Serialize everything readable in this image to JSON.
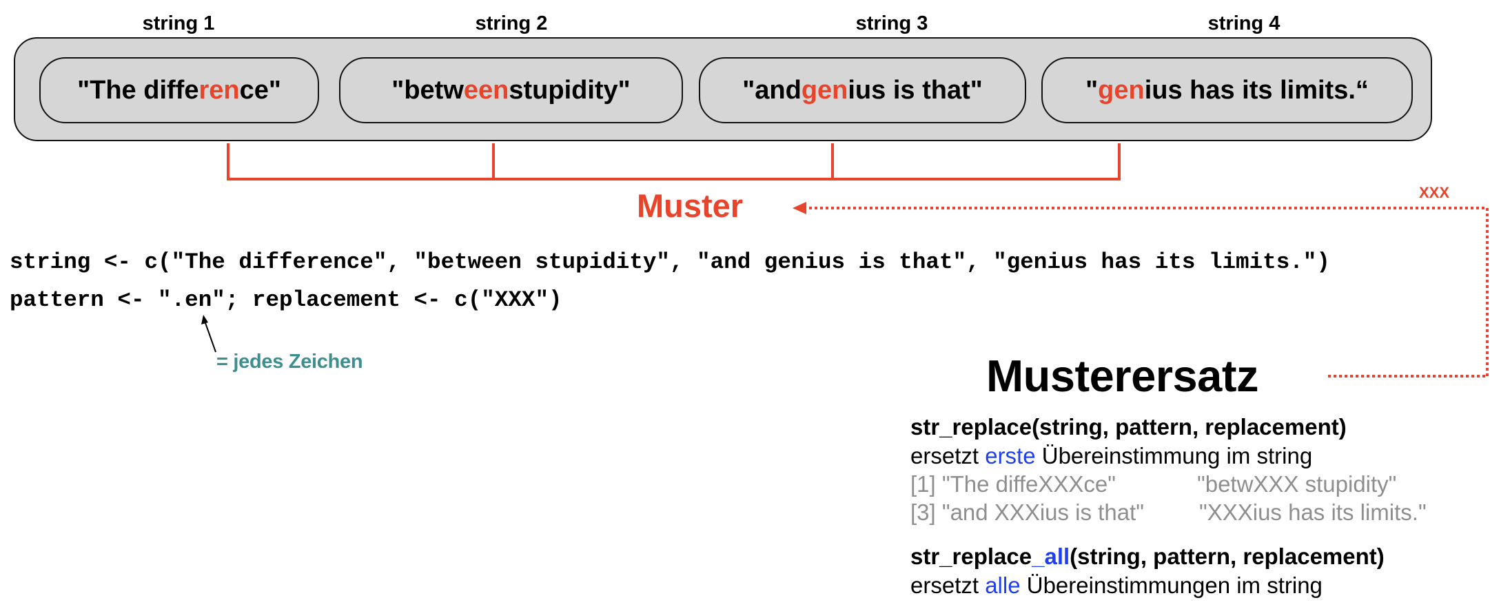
{
  "strings_panel": {
    "items": [
      {
        "label": "string 1",
        "before": "\"The diffe",
        "match": "ren",
        "after": "ce\""
      },
      {
        "label": "string 2",
        "before": "\"betw",
        "match": "een",
        "after": " stupidity\""
      },
      {
        "label": "string 3",
        "before": "\"and ",
        "match": "gen",
        "after": "ius is that\""
      },
      {
        "label": "string 4",
        "before": "\"",
        "match": "gen",
        "after": "ius has its limits.“"
      }
    ]
  },
  "pattern_label": "Muster",
  "replacement_label": "XXX",
  "code": {
    "line1": "string <- c(\"The difference\", \"between stupidity\", \"and genius is that\", \"genius has its limits.\")",
    "line2": "pattern <- \".en\"; replacement <- c(\"XXX\")"
  },
  "annotation": "= jedes Zeichen",
  "section": {
    "title": "Musterersatz",
    "str_replace": {
      "signature": "str_replace(string, pattern, replacement)",
      "desc_before": "ersetzt ",
      "desc_highlight": "erste",
      "desc_after": " Übereinstimmung im string",
      "output": [
        {
          "prefix": "[1] \"The diffeXXXce\"",
          "second": "\"betwXXX stupidity\""
        },
        {
          "prefix": "[3] \"and XXXius is that\"",
          "second": "\"XXXius has its limits.\""
        }
      ]
    },
    "str_replace_all": {
      "sig_before": "str_replace",
      "sig_highlight": "_all",
      "sig_after": "(string, pattern, replacement)",
      "desc_before": "ersetzt ",
      "desc_highlight": "alle",
      "desc_after": " Übereinstimmungen im string"
    }
  },
  "colors": {
    "highlight": "#e8442c",
    "annotation": "#3d8f8f",
    "emphasis": "#1f3ff0",
    "output_text": "#8e8e8e",
    "box_fill": "#d6d6d6"
  }
}
